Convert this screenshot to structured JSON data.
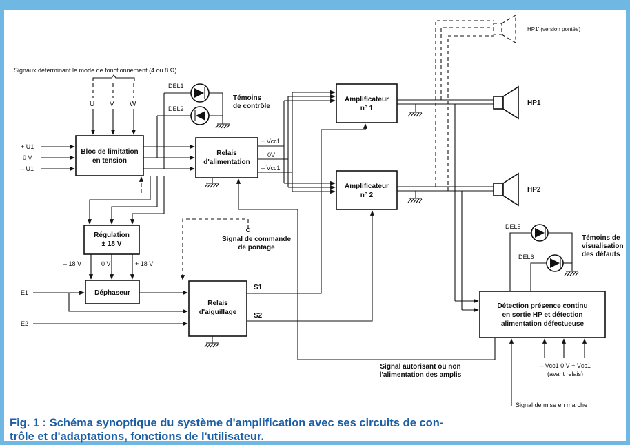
{
  "header": {
    "signals_title": "Signaux déterminant le mode de fonctionnement (4 ou 8 Ω)",
    "u": "U",
    "v": "V",
    "w": "W"
  },
  "inputs": {
    "u1_plus": "+ U1",
    "zero_v": "0 V",
    "u1_minus": "– U1",
    "e1": "E1",
    "e2": "E2"
  },
  "blocks": {
    "limitation": [
      "Bloc de limitation",
      "en tension"
    ],
    "relais_alim": [
      "Relais",
      "d'alimentation"
    ],
    "regulation": [
      "Régulation",
      "± 18 V"
    ],
    "dephaseur": [
      "Déphaseur"
    ],
    "relais_aig": [
      "Relais",
      "d'aiguillage"
    ],
    "ampli1": [
      "Amplificateur",
      "n° 1"
    ],
    "ampli2": [
      "Amplificateur",
      "n° 2"
    ],
    "detection": [
      "Détection présence continu",
      "en sortie HP et détection",
      "alimentation défectueuse"
    ]
  },
  "leds": {
    "del1": "DEL1",
    "del2": "DEL2",
    "temoins_controle": [
      "Témoins",
      "de contrôle"
    ],
    "del5": "DEL5",
    "del6": "DEL6",
    "temoins_defauts": [
      "Témoins de",
      "visualisation",
      "des défauts"
    ]
  },
  "rails": {
    "vcc_plus": "+ Vcc1",
    "zero_v": "0V",
    "vcc_minus": "– Vcc1"
  },
  "reg_outputs": {
    "m18": "– 18 V",
    "z": "0 V",
    "p18": "+ 18 V"
  },
  "speakers": {
    "hp1p": "HP1' (version pontée)",
    "hp1": "HP1",
    "hp2": "HP2"
  },
  "signals": {
    "pontage": [
      "Signal de commande",
      "de pontage"
    ],
    "s1": "S1",
    "s2": "S2",
    "autorisant": [
      "Signal autorisant ou non",
      "l'alimentation des amplis"
    ],
    "vcc_bottom": "– Vcc1   0 V   + Vcc1",
    "avant_relais": "(avant relais)",
    "mise_en_marche": "Signal de mise en marche"
  },
  "caption": {
    "line1": "Fig. 1 : Schéma synoptique du système d'amplification avec ses circuits de con-",
    "line2": "trôle et d'adaptations, fonctions de l'utilisateur."
  }
}
